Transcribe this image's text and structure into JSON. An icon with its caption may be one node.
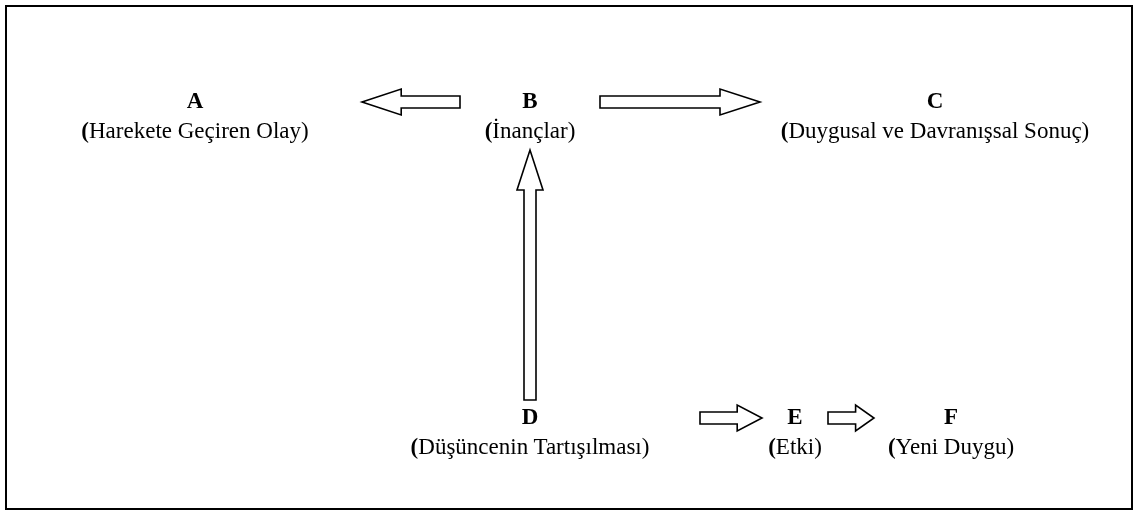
{
  "diagram": {
    "nodes": [
      {
        "text": [
          "A",
          "**(**Harekete Geçiren Olay)"
        ]
      },
      {
        "text": [
          "B",
          "**(**İnançlar)"
        ]
      },
      {
        "text": [
          "C",
          "**(**Duygusal ve Davranışsal Sonuç)"
        ]
      },
      {
        "text": [
          "D",
          "**(**Düşüncenin Tartışılması)"
        ]
      },
      {
        "text": [
          "E",
          "**(**Etki)"
        ]
      },
      {
        "text": [
          "F",
          "**(**Yeni Duygu)"
        ]
      }
    ],
    "edges": [
      {
        "from": 1,
        "to": 0,
        "arrow": "to"
      },
      {
        "from": 1,
        "to": 2,
        "arrow": "to"
      },
      {
        "from": 3,
        "to": 1,
        "arrow": "to"
      },
      {
        "from": 3,
        "to": 4,
        "arrow": "to"
      },
      {
        "from": 4,
        "to": 5,
        "arrow": "to"
      }
    ]
  }
}
